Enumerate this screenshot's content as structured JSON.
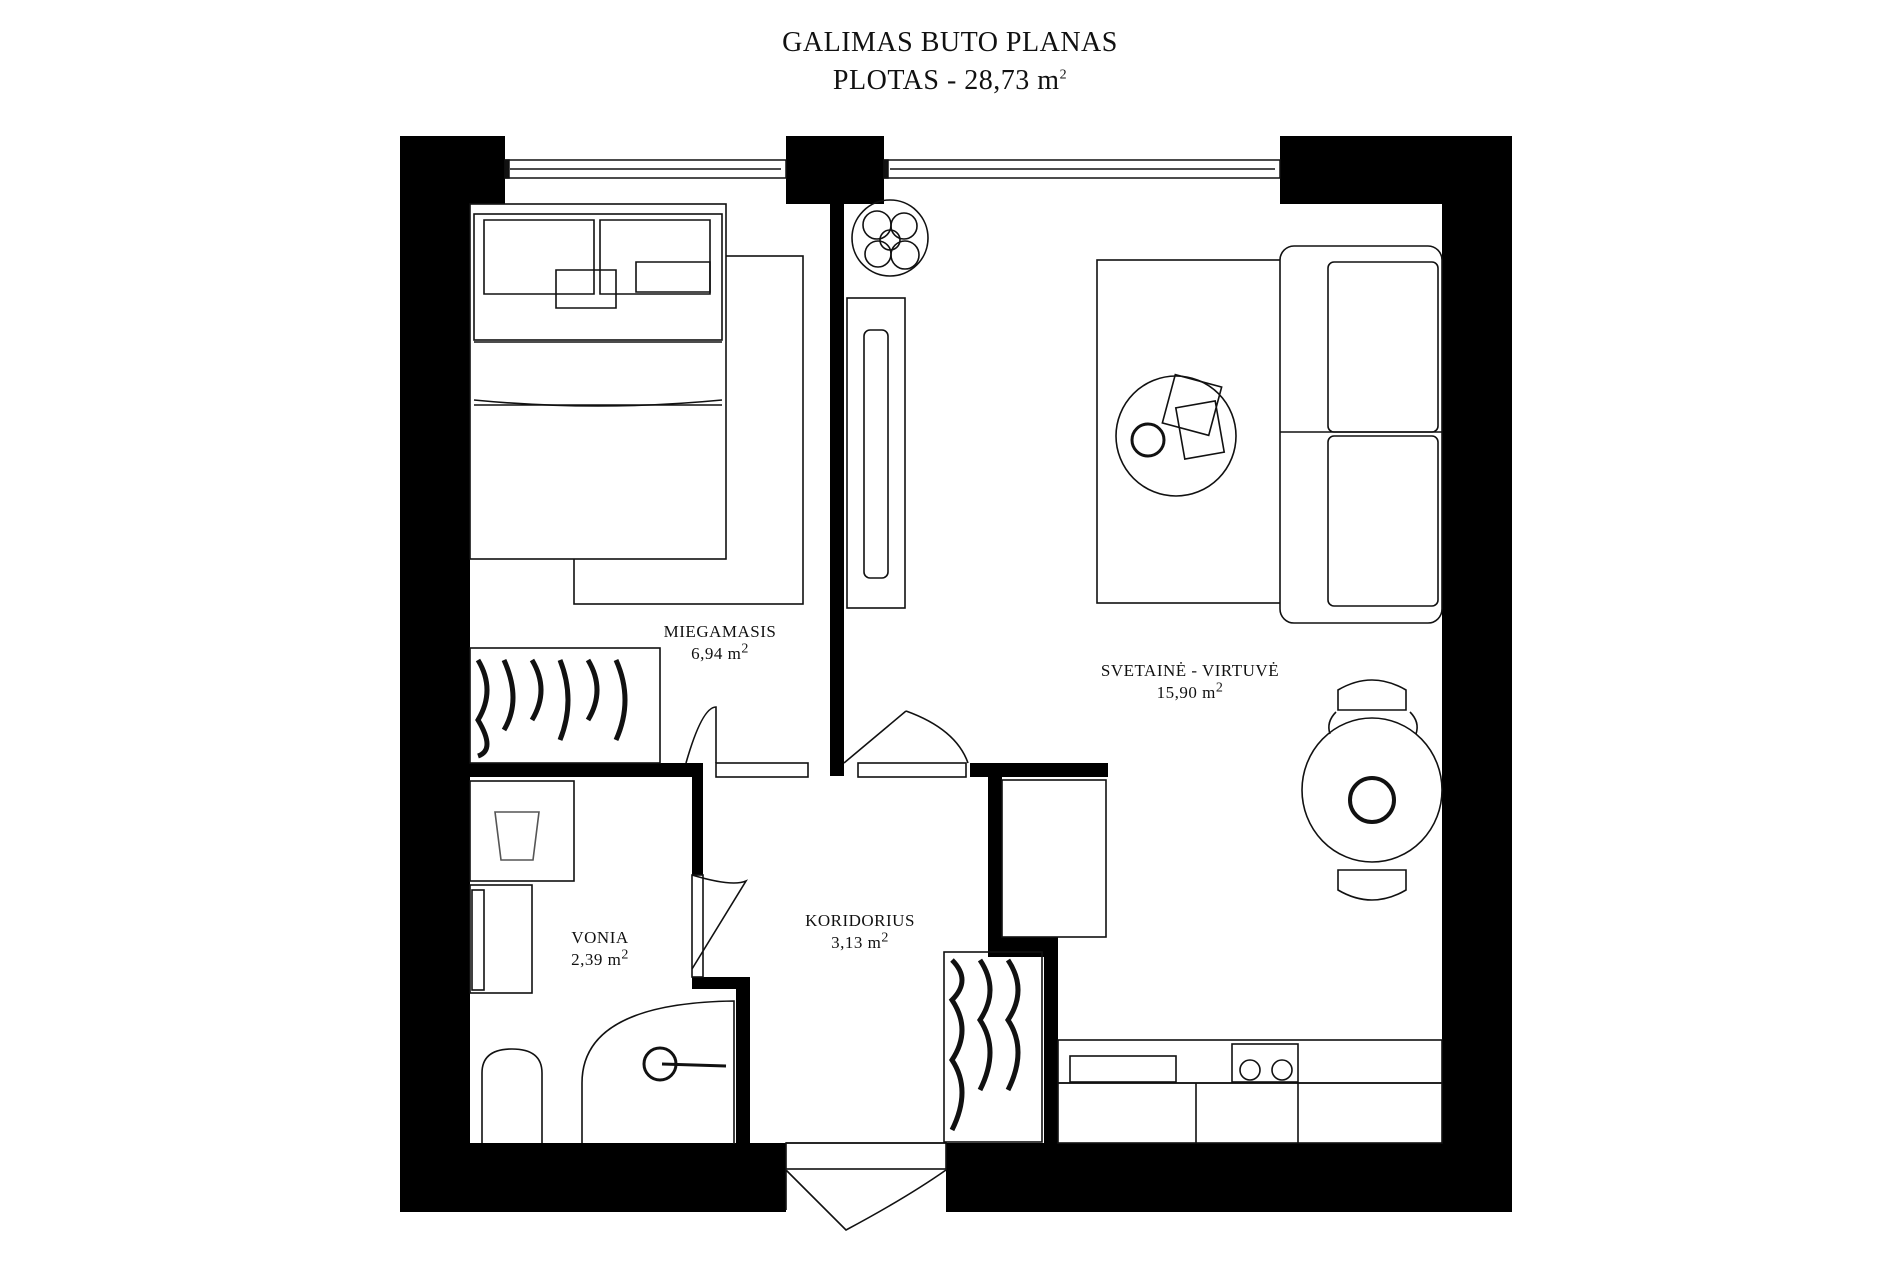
{
  "title": "GALIMAS BUTO PLANAS",
  "area_prefix": "PLOTAS - 28,73 m",
  "area_sup": "2",
  "rooms": [
    {
      "name": "MIEGAMASIS",
      "area": "6,94 m",
      "sup": "2"
    },
    {
      "name": "SVETAINĖ - VIRTUVĖ",
      "area": "15,90 m",
      "sup": "2"
    },
    {
      "name": "VONIA",
      "area": "2,39 m",
      "sup": "2"
    },
    {
      "name": "KORIDORIUS",
      "area": "3,13 m",
      "sup": "2"
    }
  ],
  "colors": {
    "wall": "#000000",
    "line": "#111111",
    "background": "#ffffff"
  }
}
